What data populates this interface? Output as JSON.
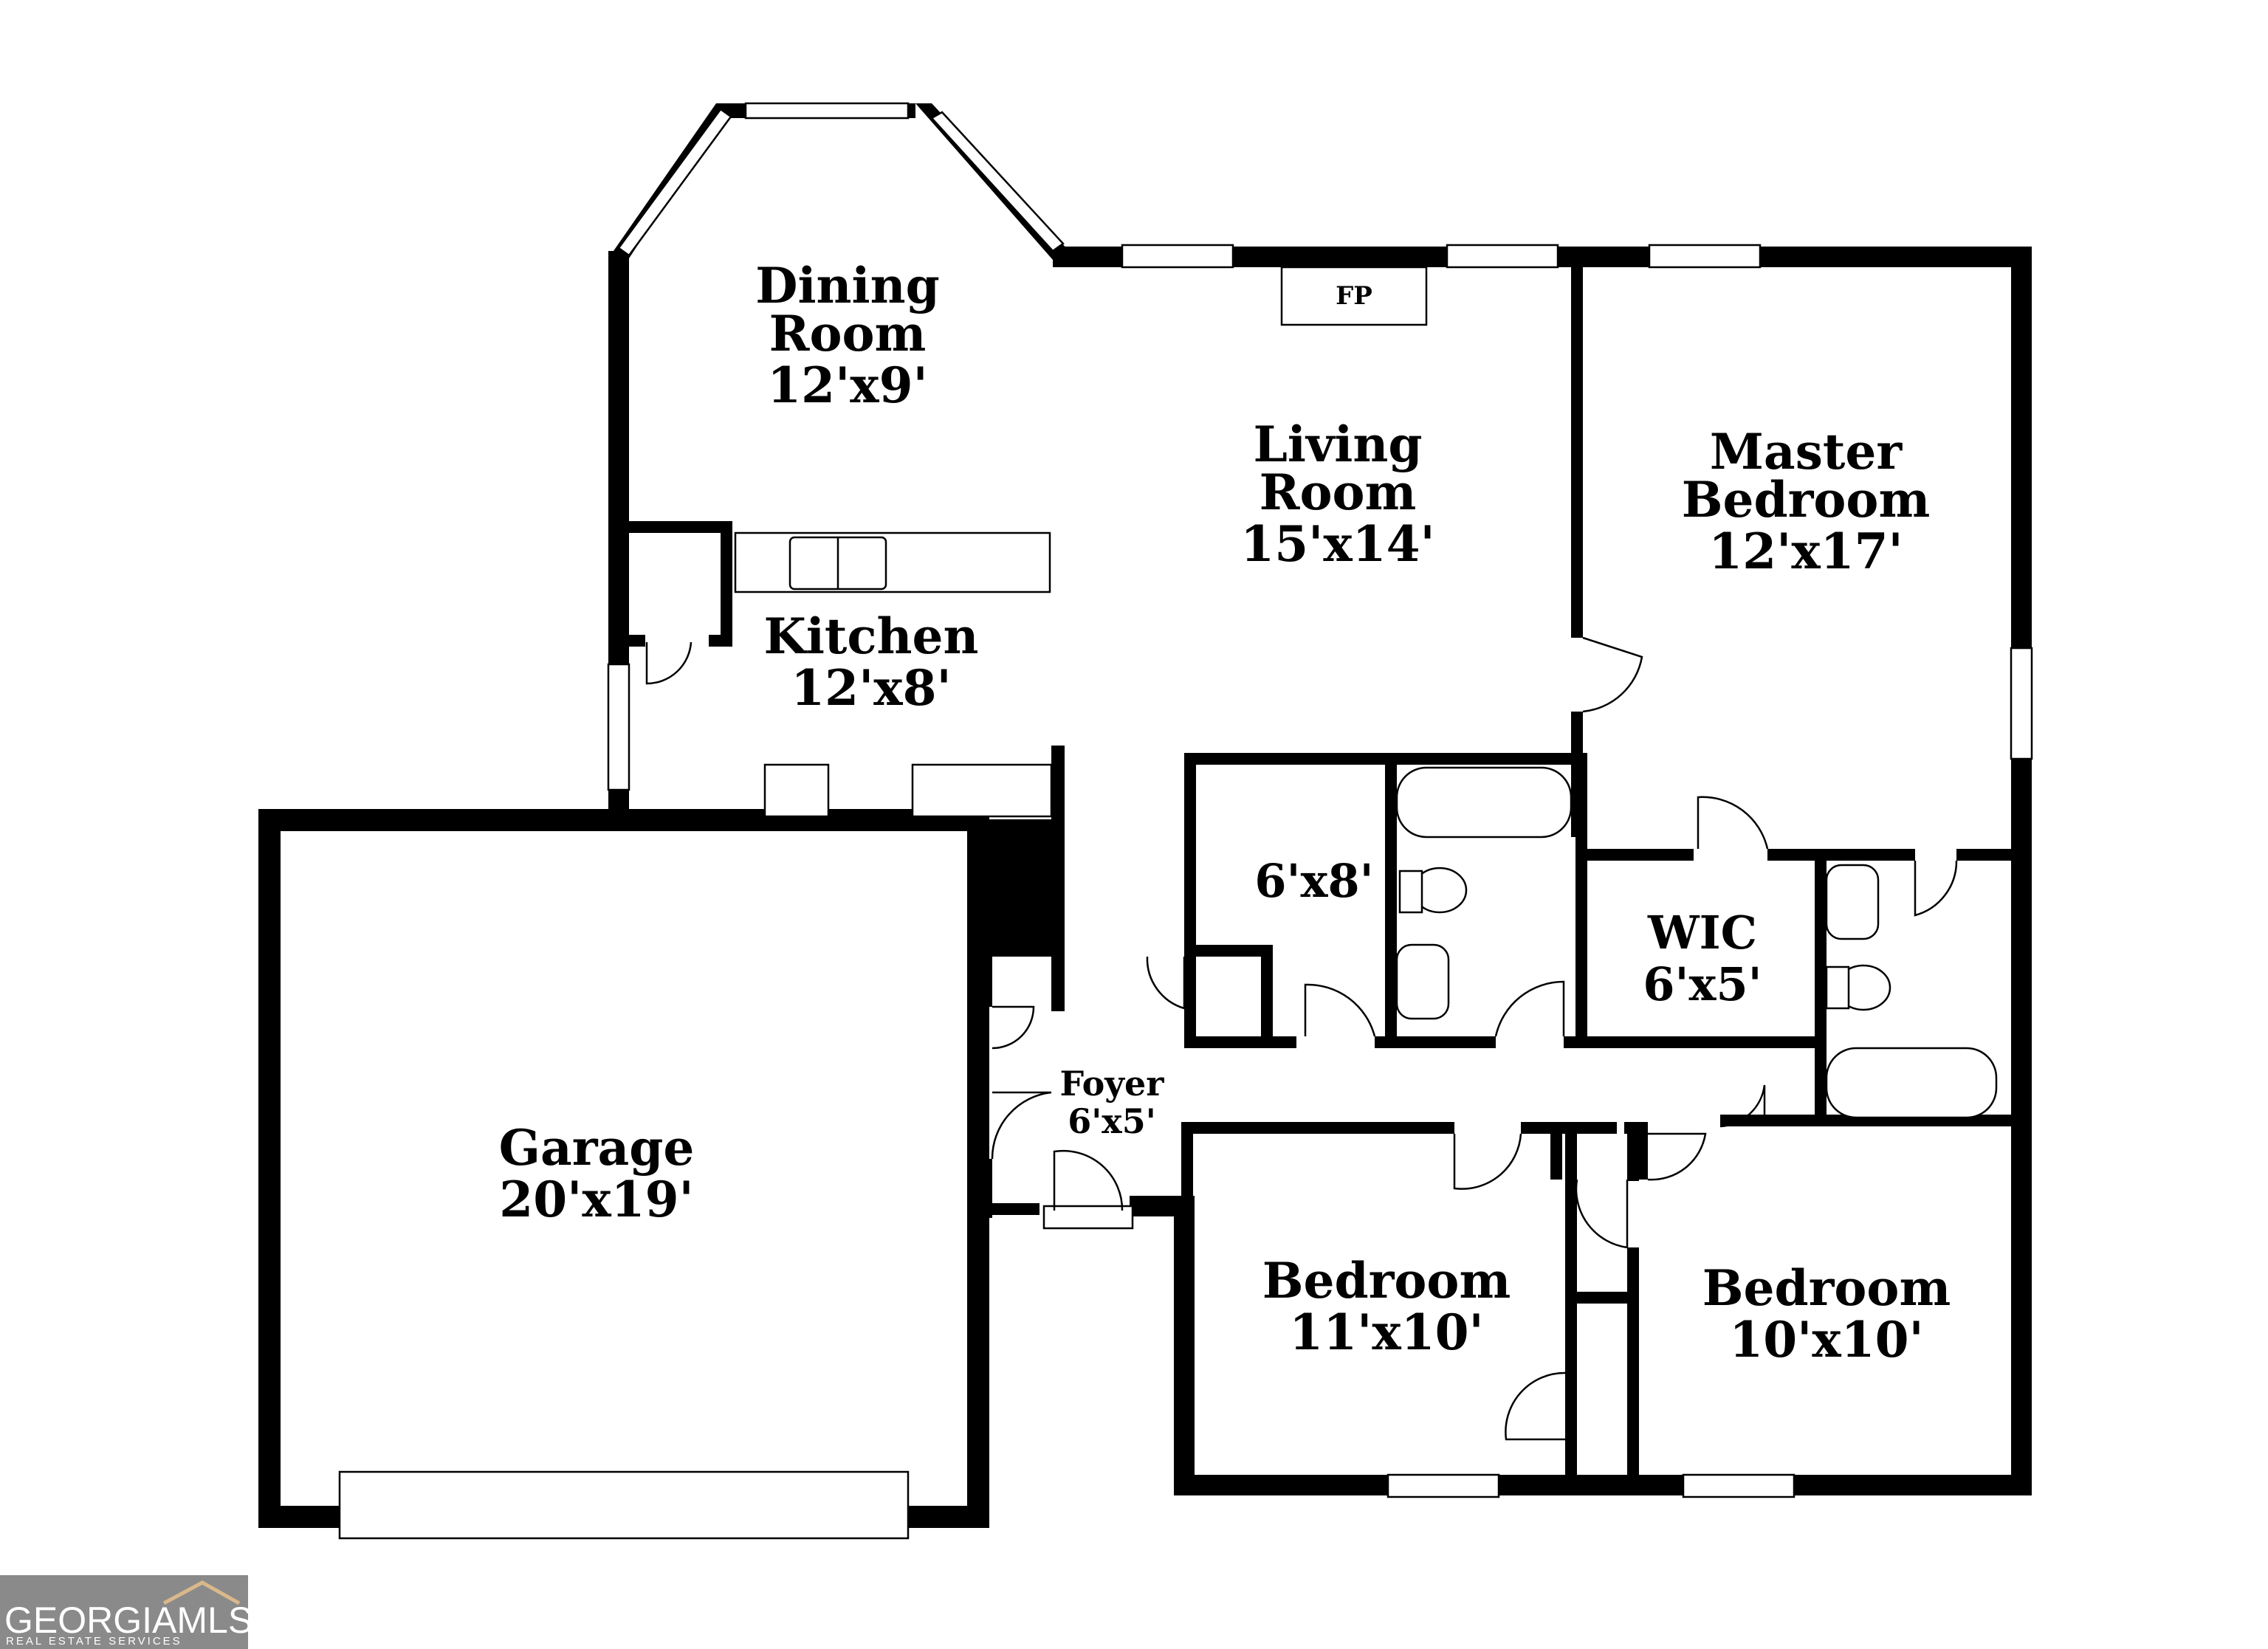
{
  "rooms": {
    "dining": {
      "name_line1": "Dining",
      "name_line2": "Room",
      "size": "12'x9'"
    },
    "living": {
      "name_line1": "Living",
      "name_line2": "Room",
      "size": "15'x14'"
    },
    "master": {
      "name_line1": "Master",
      "name_line2": "Bedroom",
      "size": "12'x17'"
    },
    "kitchen": {
      "name": "Kitchen",
      "size": "12'x8'"
    },
    "closet": {
      "size": "6'x8'"
    },
    "wic": {
      "name": "WIC",
      "size": "6'x5'"
    },
    "foyer": {
      "name": "Foyer",
      "size": "6'x5'"
    },
    "garage": {
      "name": "Garage",
      "size": "20'x19'"
    },
    "bedroom2": {
      "name": "Bedroom",
      "size": "11'x10'"
    },
    "bedroom3": {
      "name": "Bedroom",
      "size": "10'x10'"
    }
  },
  "fireplace": {
    "label": "FP"
  },
  "logo": {
    "main": "GEORGIAMLS",
    "sub": "REAL ESTATE SERVICES"
  }
}
